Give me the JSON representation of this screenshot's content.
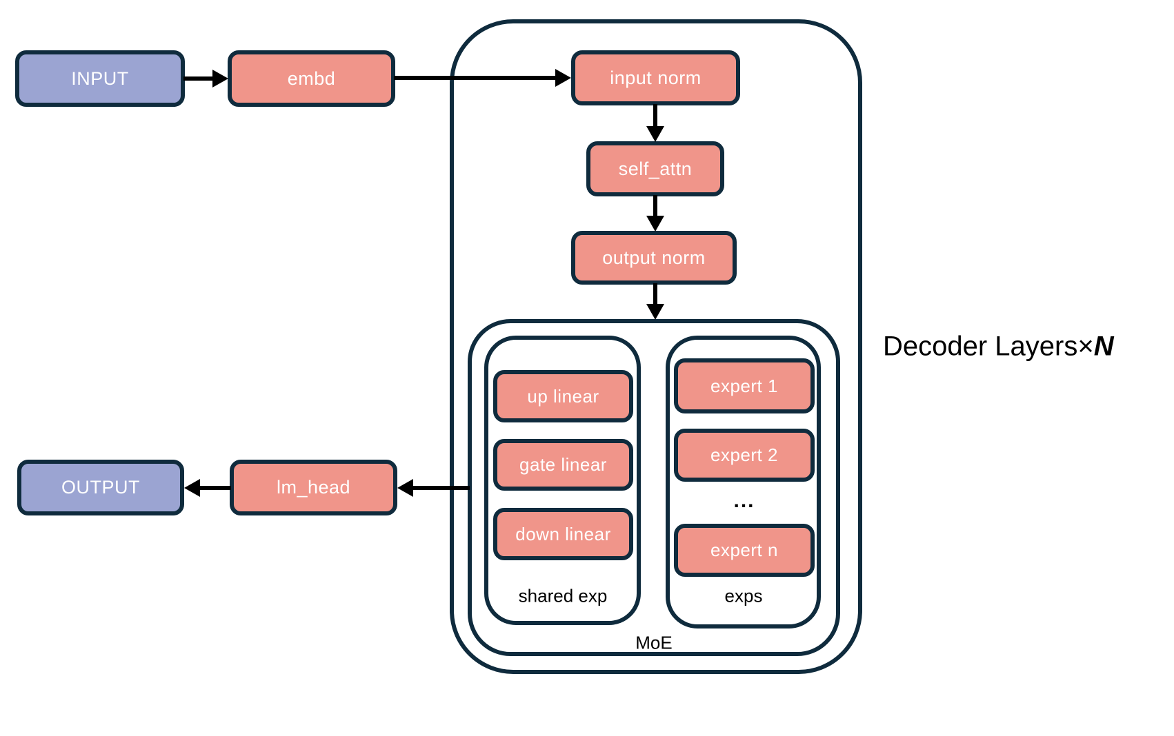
{
  "diagram": {
    "nodes": {
      "input": "INPUT",
      "embd": "embd",
      "input_norm": "input norm",
      "self_attn": "self_attn",
      "output_norm": "output norm",
      "up_linear": "up linear",
      "gate_linear": "gate linear",
      "down_linear": "down linear",
      "expert_1": "expert 1",
      "expert_2": "expert 2",
      "experts_ellipsis": "...",
      "expert_n": "expert n",
      "lm_head": "lm_head",
      "output": "OUTPUT"
    },
    "labels": {
      "shared_exp": "shared exp",
      "exps": "exps",
      "moe": "MoE",
      "decoder_layers_prefix": "Decoder Layers",
      "times_sign": "×",
      "layer_count_var": "N"
    },
    "colors": {
      "background": "#ffffff",
      "io_box_fill": "#9ba4d2",
      "module_box_fill": "#f0958a",
      "outline": "#0f2b3d",
      "arrow": "#000000",
      "box_text": "#ffffff",
      "label_text": "#000000"
    }
  }
}
